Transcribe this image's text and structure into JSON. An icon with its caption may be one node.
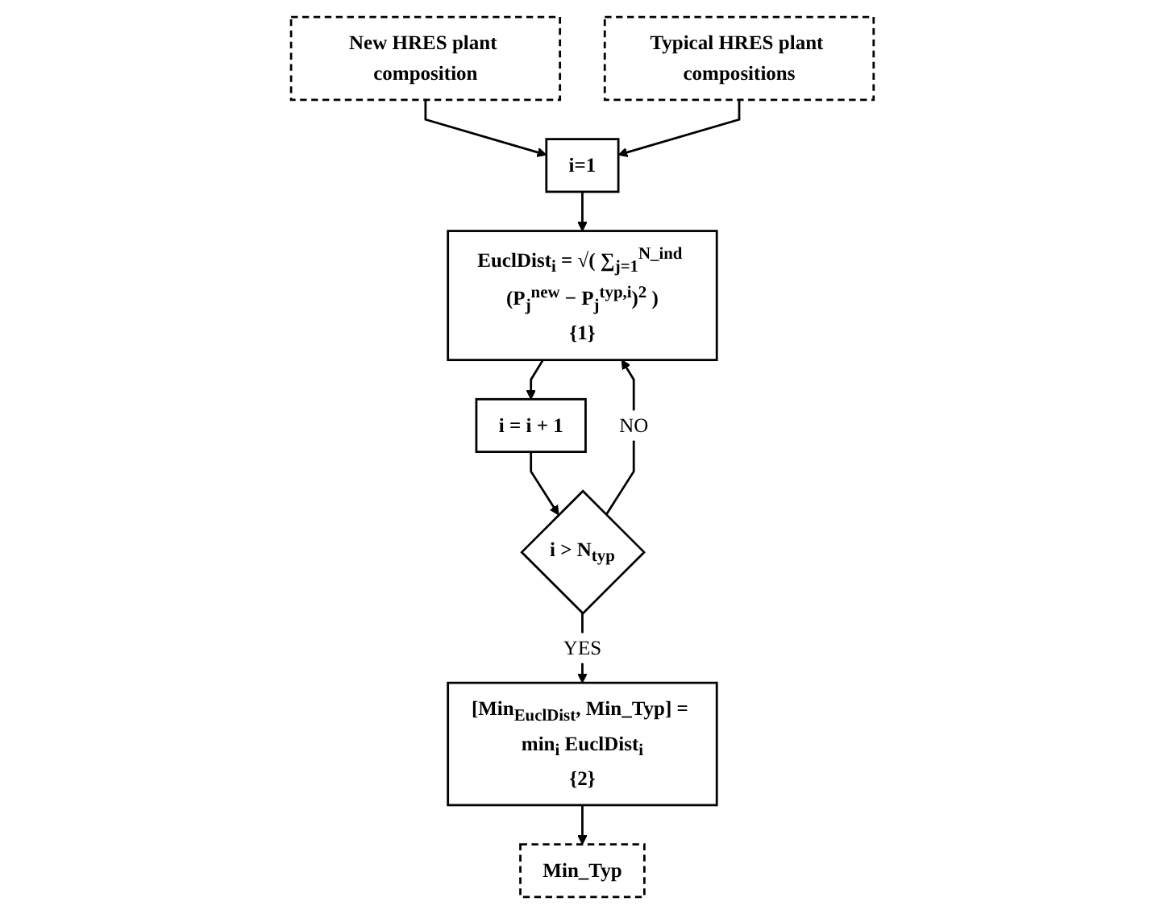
{
  "diagram": {
    "nodes": [
      {
        "text": [
          "New HRES plant composition"
        ]
      },
      {
        "text": [
          "Typical HRES plant compositions"
        ]
      },
      {
        "text": [
          "i=1"
        ]
      },
      {
        "text": [
          "EuclDist$_{i}$ = √( ∑$_{j=1}$$^{N_ind}$ (P$_{j}$$^{new}$ − P$_{j}$$^{typ,i}$)$^{2}$ )",
          "{1}"
        ]
      },
      {
        "text": [
          "i = i + 1"
        ]
      },
      {
        "text": [
          "i > N$_{typ}$"
        ]
      },
      {
        "text": [
          "[Min$_{EuclDist}$, Min_Typ] = min$_{i}$ EuclDist$_{i}$",
          "{2}"
        ]
      },
      {
        "text": [
          "Min_Typ"
        ]
      }
    ],
    "edges": [
      {
        "from": 0,
        "to": 2,
        "arrow": "to"
      },
      {
        "from": 1,
        "to": 2,
        "arrow": "to"
      },
      {
        "from": 2,
        "to": 3,
        "arrow": "to"
      },
      {
        "from": 3,
        "to": 4,
        "arrow": "to"
      },
      {
        "from": 4,
        "to": 5,
        "arrow": "to"
      },
      {
        "from": 5,
        "to": 3,
        "arrow": "to",
        "label": "NO"
      },
      {
        "from": 5,
        "to": 6,
        "arrow": "to",
        "label": "YES"
      },
      {
        "from": 6,
        "to": 7,
        "arrow": "to"
      }
    ]
  }
}
